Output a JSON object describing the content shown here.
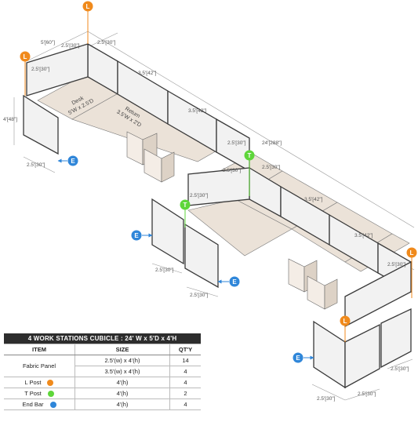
{
  "colors": {
    "l_post": "#f08a1c",
    "t_post": "#5ed63a",
    "end_bar": "#2f86d9",
    "frame": "#3a3a3a",
    "panel": "#f2f2f2",
    "desk": "#ebe2d8"
  },
  "badges": {
    "l": "L",
    "t": "T",
    "e": "E"
  },
  "dimensions": {
    "d60": "5'[60\"]",
    "d30": "2.5'[30\"]",
    "d42": "3.5'[42\"]",
    "d48": "4'[48\"]",
    "d288": "24'[288\"]"
  },
  "desk_labels": {
    "desk_line1": "Desk",
    "desk_line2": "5'W x 2.5'D",
    "return_line1": "Return",
    "return_line2": "3.5'W x 2'D"
  },
  "table": {
    "title": "4  WORK STATIONS  CUBICLE  : 24' W x 5'D x 4'H",
    "headers": [
      "ITEM",
      "SIZE",
      "QT'Y"
    ],
    "fabric_panel": "Fabric Panel",
    "rows": [
      {
        "size": "2.5'(w) x 4'(h)",
        "qty": "14"
      },
      {
        "size": "3.5'(w) x 4'(h)",
        "qty": "4"
      }
    ],
    "posts": [
      {
        "item": "L Post",
        "size": "4'(h)",
        "qty": "4"
      },
      {
        "item": "T Post",
        "size": "4'(h)",
        "qty": "2"
      },
      {
        "item": "End  Bar",
        "size": "4'(h)",
        "qty": "4"
      }
    ]
  }
}
